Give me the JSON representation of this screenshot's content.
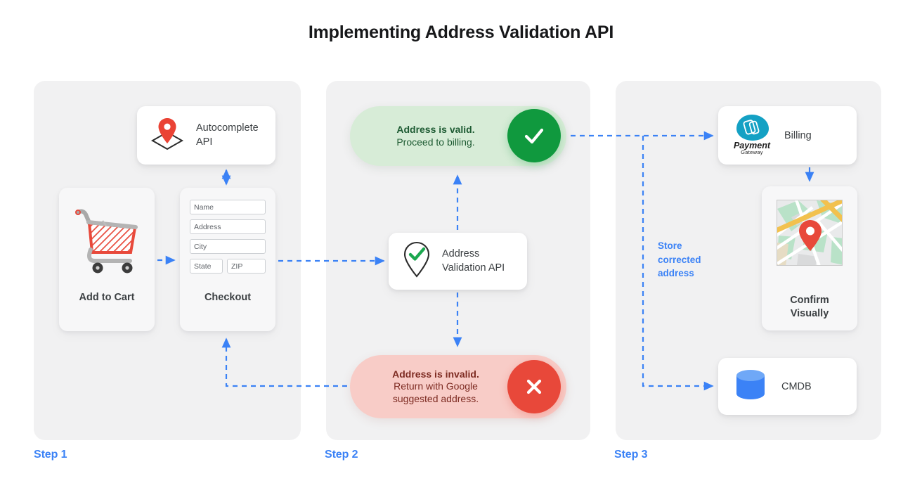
{
  "page": {
    "title": "Implementing Address Validation API",
    "accent_blue": "#3b82f6",
    "panel_bg": "#f1f1f2",
    "valid_bg": "#d7ecd7",
    "valid_badge": "#10993e",
    "invalid_bg": "#f8ccc7",
    "invalid_badge": "#e8483a"
  },
  "steps": [
    {
      "label": "Step 1"
    },
    {
      "label": "Step 2"
    },
    {
      "label": "Step 3"
    }
  ],
  "step1": {
    "autocomplete_card": {
      "label_line1": "Autocomplete",
      "label_line2": "API",
      "icon": "map-pin-diamond-icon"
    },
    "add_to_cart": {
      "caption": "Add to Cart",
      "icon": "shopping-cart-icon"
    },
    "checkout": {
      "caption": "Checkout",
      "fields": [
        {
          "name": "name-field",
          "placeholder": "Name"
        },
        {
          "name": "address-field",
          "placeholder": "Address"
        },
        {
          "name": "city-field",
          "placeholder": "City"
        },
        {
          "name": "state-field",
          "placeholder": "State"
        },
        {
          "name": "zip-field",
          "placeholder": "ZIP"
        }
      ]
    }
  },
  "step2": {
    "valid": {
      "headline": "Address is valid.",
      "detail": "Proceed to billing.",
      "badge_icon": "check-icon"
    },
    "invalid": {
      "headline": "Address is invalid.",
      "detail_line1": "Return with Google",
      "detail_line2": "suggested address.",
      "badge_icon": "x-icon"
    },
    "validation_api": {
      "label_line1": "Address",
      "label_line2": "Validation API",
      "icon": "pin-check-icon"
    }
  },
  "step3": {
    "billing": {
      "label": "Billing",
      "logo_primary": "Payment",
      "logo_secondary": "Gateway",
      "icon": "payment-gateway-icon"
    },
    "confirm": {
      "caption_line1": "Confirm",
      "caption_line2": "Visually",
      "icon": "map-thumbnail-icon"
    },
    "cmdb": {
      "label": "CMDB",
      "icon": "database-cylinder-icon"
    },
    "store_note_line1": "Store",
    "store_note_line2": "corrected",
    "store_note_line3": "address"
  }
}
